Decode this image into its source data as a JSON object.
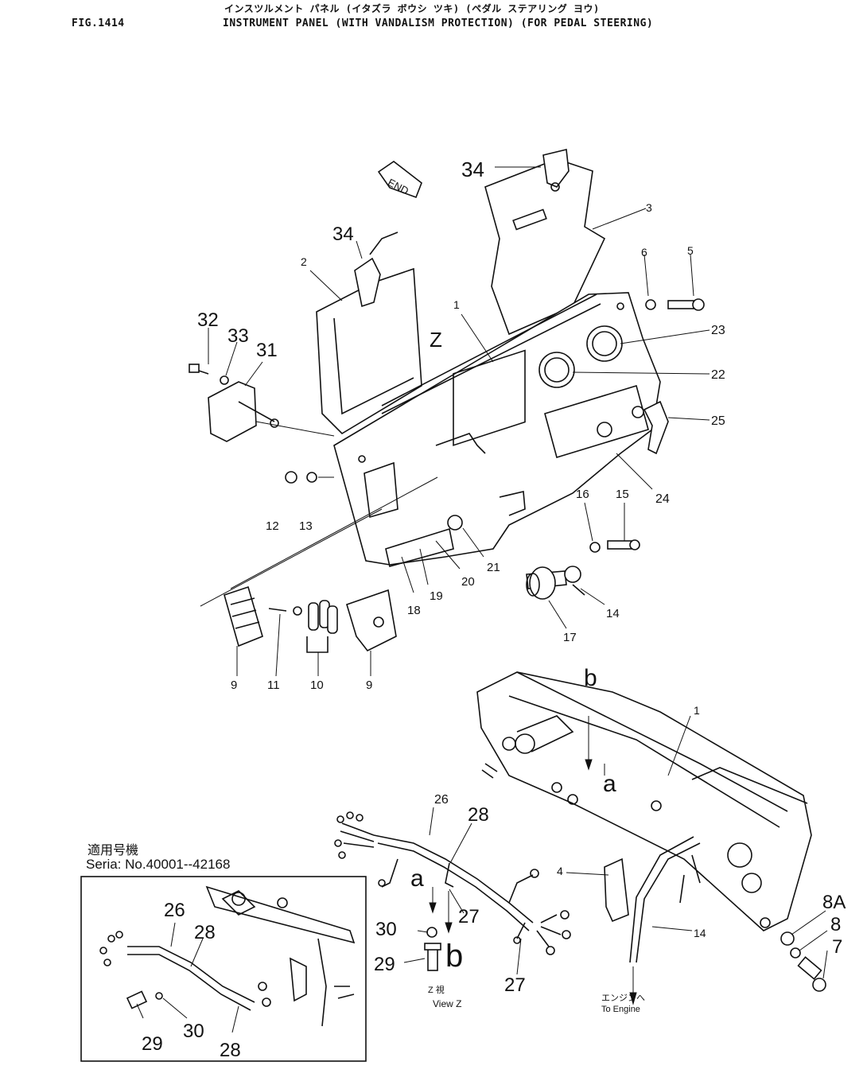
{
  "header": {
    "fig_number": "FIG.1414",
    "title_jp": "インスツルメント パネル (イタズラ ボウシ ツキ) (ペダル ステアリング ヨウ)",
    "title_en": "INSTRUMENT PANEL (WITH VANDALISM PROTECTION) (FOR PEDAL STEERING)"
  },
  "labels": {
    "p34a": "34",
    "p34b": "34",
    "p3": "3",
    "p2": "2",
    "p6": "6",
    "p5": "5",
    "p32": "32",
    "p33": "33",
    "p31": "31",
    "p1a": "1",
    "pZ": "Z",
    "p23": "23",
    "p22": "22",
    "p25": "25",
    "p24": "24",
    "p12": "12",
    "p13": "13",
    "p16": "16",
    "p15": "15",
    "p21": "21",
    "p20": "20",
    "p19": "19",
    "p18": "18",
    "p14a": "14",
    "p17": "17",
    "p9a": "9",
    "p11": "11",
    "p10": "10",
    "p9b": "9",
    "pb1": "b",
    "p1b": "1",
    "pa1": "a",
    "p26a": "26",
    "p28a": "28",
    "pa2": "a",
    "p4": "4",
    "p27a": "27",
    "p30a": "30",
    "pb2": "b",
    "p29a": "29",
    "p27b": "27",
    "p14b": "14",
    "p8A": "8A",
    "p8": "8",
    "p7": "7",
    "p26b": "26",
    "p28b": "28",
    "p29b": "29",
    "p30b": "30",
    "p28c": "28"
  },
  "notes": {
    "end_tag": "END",
    "view_z_jp": "Z  視",
    "view_z_en": "View Z",
    "to_engine_jp": "エンジンへ",
    "to_engine_en": "To Engine",
    "serial_jp": "適用号機",
    "serial_en": "Seria:  No.40001--42168"
  }
}
